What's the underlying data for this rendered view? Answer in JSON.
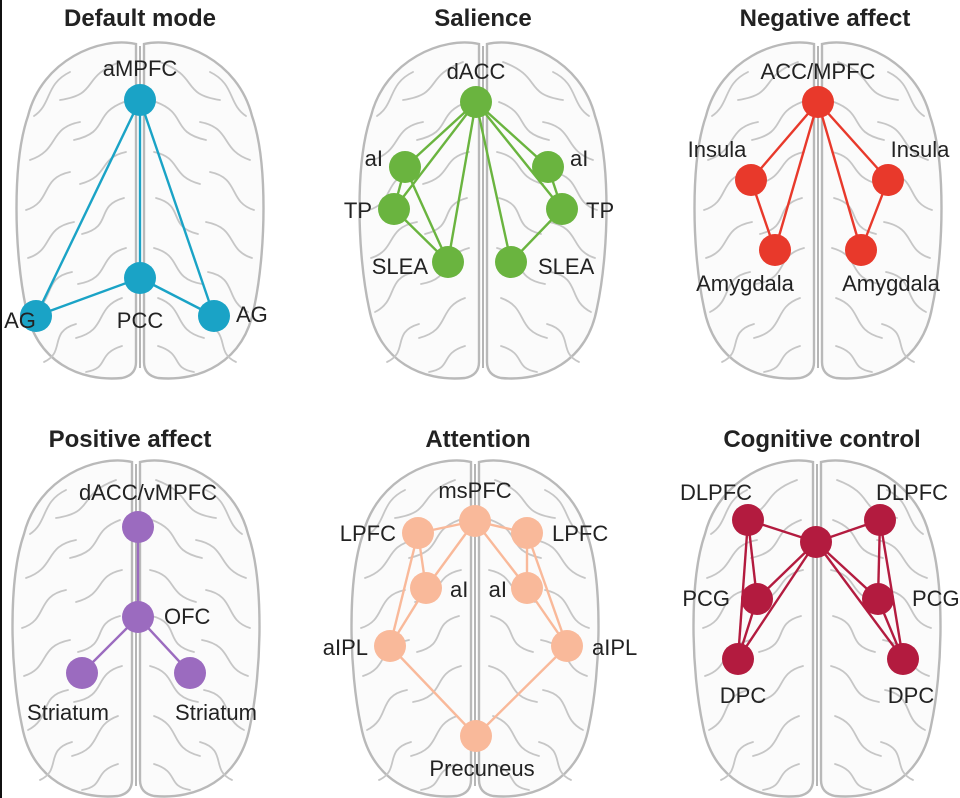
{
  "panels": [
    {
      "id": "default-mode",
      "title": "Default mode",
      "color": "#1aa3c6",
      "nodes": [
        {
          "id": "ampfc",
          "label": "aMPFC"
        },
        {
          "id": "pcc",
          "label": "PCC"
        },
        {
          "id": "ag-left",
          "label": "AG"
        },
        {
          "id": "ag-right",
          "label": "AG"
        }
      ],
      "edges": [
        [
          "ampfc",
          "pcc"
        ],
        [
          "ampfc",
          "ag-left"
        ],
        [
          "ampfc",
          "ag-right"
        ],
        [
          "pcc",
          "ag-left"
        ],
        [
          "pcc",
          "ag-right"
        ]
      ]
    },
    {
      "id": "salience",
      "title": "Salience",
      "color": "#6ab43f",
      "nodes": [
        {
          "id": "dacc",
          "label": "dACC"
        },
        {
          "id": "ai-left",
          "label": "aI"
        },
        {
          "id": "ai-right",
          "label": "aI"
        },
        {
          "id": "tp-left",
          "label": "TP"
        },
        {
          "id": "tp-right",
          "label": "TP"
        },
        {
          "id": "slea-left",
          "label": "SLEA"
        },
        {
          "id": "slea-right",
          "label": "SLEA"
        }
      ],
      "edges": [
        [
          "dacc",
          "ai-left"
        ],
        [
          "dacc",
          "tp-left"
        ],
        [
          "dacc",
          "slea-left"
        ],
        [
          "dacc",
          "ai-right"
        ],
        [
          "dacc",
          "tp-right"
        ],
        [
          "dacc",
          "slea-right"
        ],
        [
          "ai-left",
          "tp-left"
        ],
        [
          "ai-left",
          "slea-left"
        ],
        [
          "tp-left",
          "slea-left"
        ],
        [
          "ai-right",
          "tp-right"
        ],
        [
          "tp-right",
          "slea-right"
        ]
      ]
    },
    {
      "id": "negative-affect",
      "title": "Negative affect",
      "color": "#e8392b",
      "nodes": [
        {
          "id": "accmpfc",
          "label": "ACC/MPFC"
        },
        {
          "id": "insula-left",
          "label": "Insula"
        },
        {
          "id": "insula-right",
          "label": "Insula"
        },
        {
          "id": "amygdala-left",
          "label": "Amygdala"
        },
        {
          "id": "amygdala-right",
          "label": "Amygdala"
        }
      ],
      "edges": [
        [
          "accmpfc",
          "insula-left"
        ],
        [
          "accmpfc",
          "insula-right"
        ],
        [
          "accmpfc",
          "amygdala-left"
        ],
        [
          "accmpfc",
          "amygdala-right"
        ],
        [
          "insula-left",
          "amygdala-left"
        ],
        [
          "insula-right",
          "amygdala-right"
        ]
      ]
    },
    {
      "id": "positive-affect",
      "title": "Positive affect",
      "color": "#9b6bbf",
      "nodes": [
        {
          "id": "daccvmpfc",
          "label": "dACC/vMPFC"
        },
        {
          "id": "ofc",
          "label": "OFC"
        },
        {
          "id": "striatum-left",
          "label": "Striatum"
        },
        {
          "id": "striatum-right",
          "label": "Striatum"
        }
      ],
      "edges": [
        [
          "daccvmpfc",
          "ofc"
        ],
        [
          "ofc",
          "striatum-left"
        ],
        [
          "ofc",
          "striatum-right"
        ]
      ]
    },
    {
      "id": "attention",
      "title": "Attention",
      "color": "#f9b99a",
      "nodes": [
        {
          "id": "mspfc",
          "label": "msPFC"
        },
        {
          "id": "lpfc-left",
          "label": "LPFC"
        },
        {
          "id": "lpfc-right",
          "label": "LPFC"
        },
        {
          "id": "ai-left",
          "label": "aI"
        },
        {
          "id": "ai-right",
          "label": "aI"
        },
        {
          "id": "aipl-left",
          "label": "aIPL"
        },
        {
          "id": "aipl-right",
          "label": "aIPL"
        },
        {
          "id": "precuneus",
          "label": "Precuneus"
        }
      ],
      "edges": [
        [
          "mspfc",
          "lpfc-left"
        ],
        [
          "mspfc",
          "lpfc-right"
        ],
        [
          "mspfc",
          "ai-left"
        ],
        [
          "mspfc",
          "ai-right"
        ],
        [
          "lpfc-left",
          "ai-left"
        ],
        [
          "lpfc-left",
          "aipl-left"
        ],
        [
          "lpfc-right",
          "ai-right"
        ],
        [
          "lpfc-right",
          "aipl-right"
        ],
        [
          "ai-left",
          "aipl-left"
        ],
        [
          "ai-right",
          "aipl-right"
        ],
        [
          "aipl-left",
          "precuneus"
        ],
        [
          "aipl-right",
          "precuneus"
        ]
      ]
    },
    {
      "id": "cognitive-control",
      "title": "Cognitive control",
      "color": "#b31b3f",
      "nodes": [
        {
          "id": "dlpfc-left",
          "label": "DLPFC"
        },
        {
          "id": "dlpfc-right",
          "label": "DLPFC"
        },
        {
          "id": "center",
          "label": ""
        },
        {
          "id": "pcg-left",
          "label": "PCG"
        },
        {
          "id": "pcg-right",
          "label": "PCG"
        },
        {
          "id": "dpc-left",
          "label": "DPC"
        },
        {
          "id": "dpc-right",
          "label": "DPC"
        }
      ],
      "edges": [
        [
          "dlpfc-left",
          "center"
        ],
        [
          "dlpfc-right",
          "center"
        ],
        [
          "center",
          "pcg-left"
        ],
        [
          "center",
          "pcg-right"
        ],
        [
          "center",
          "dpc-left"
        ],
        [
          "center",
          "dpc-right"
        ],
        [
          "dlpfc-left",
          "pcg-left"
        ],
        [
          "dlpfc-left",
          "dpc-left"
        ],
        [
          "pcg-left",
          "dpc-left"
        ],
        [
          "dlpfc-right",
          "pcg-right"
        ],
        [
          "dlpfc-right",
          "dpc-right"
        ],
        [
          "pcg-right",
          "dpc-right"
        ]
      ]
    }
  ]
}
